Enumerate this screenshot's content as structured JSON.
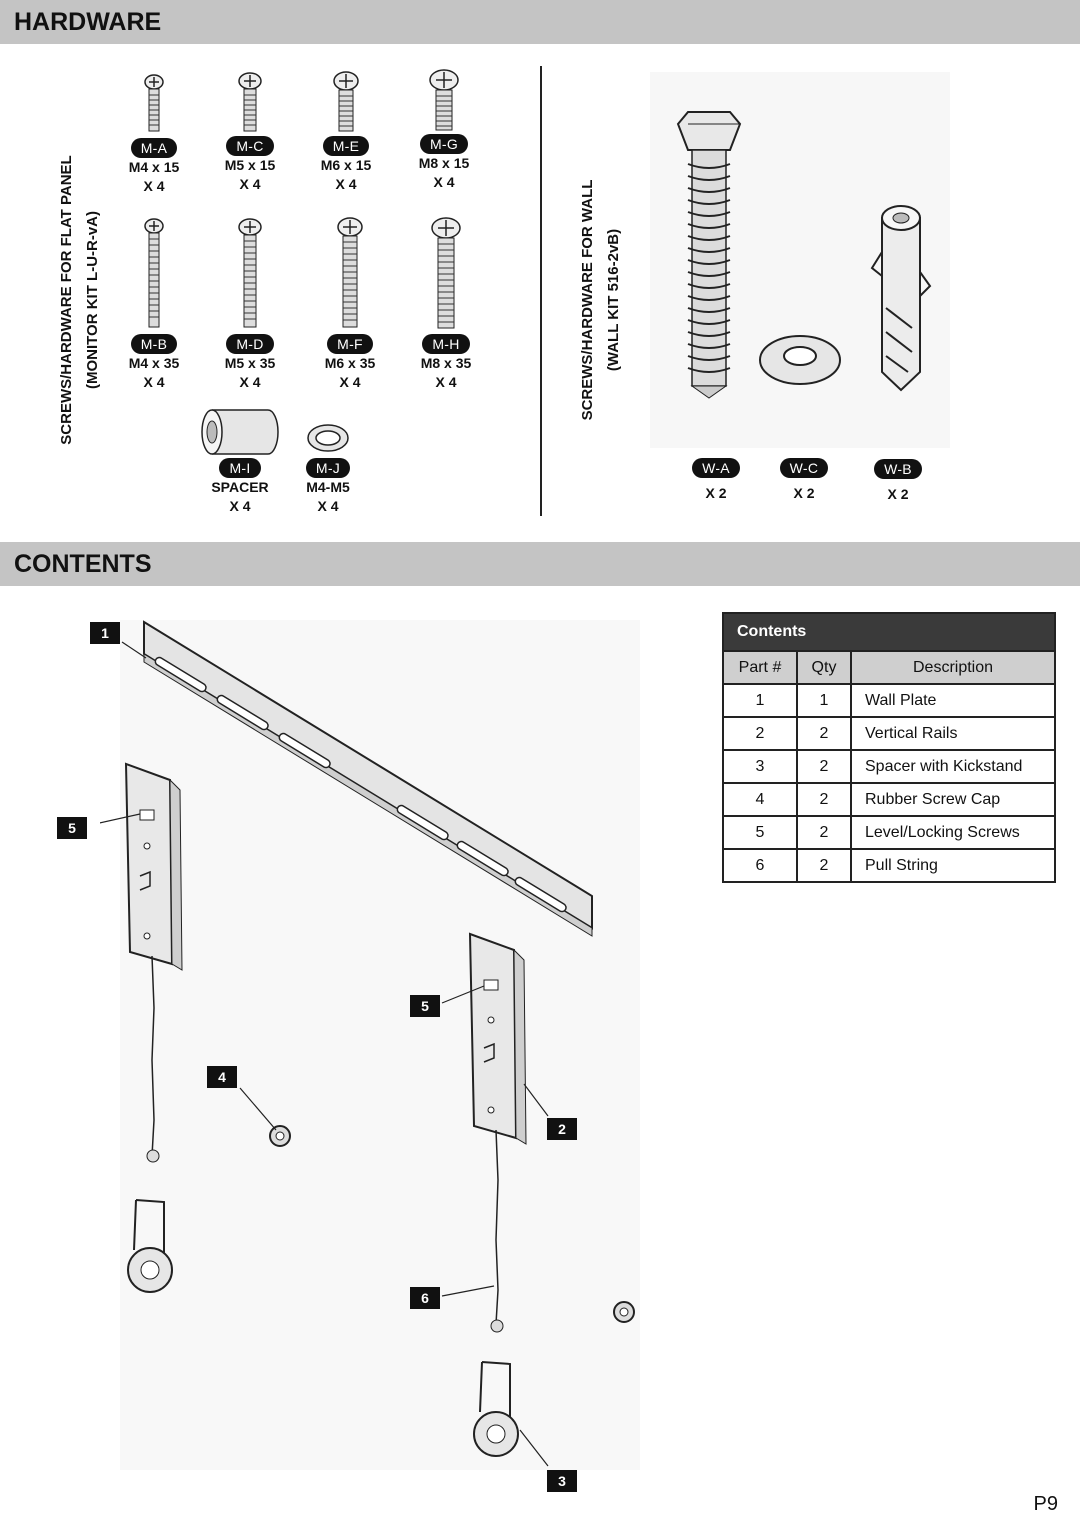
{
  "hardware": {
    "title": "HARDWARE",
    "monitor_label_line1": "SCREWS/HARDWARE FOR FLAT PANEL",
    "monitor_label_line2": "(MONITOR KIT L-U-R-vA)",
    "wall_label_line1": "SCREWS/HARDWARE FOR WALL",
    "wall_label_line2": "(WALL KIT 516-2vB)",
    "monitor_items": [
      {
        "id": "M-A",
        "spec": "M4 x 15",
        "qty": "X 4",
        "icon": "short-screw-icon"
      },
      {
        "id": "M-C",
        "spec": "M5 x 15",
        "qty": "X 4",
        "icon": "short-screw-icon"
      },
      {
        "id": "M-E",
        "spec": "M6 x 15",
        "qty": "X 4",
        "icon": "short-screw-icon"
      },
      {
        "id": "M-G",
        "spec": "M8 x 15",
        "qty": "X 4",
        "icon": "short-screw-icon"
      },
      {
        "id": "M-B",
        "spec": "M4 x 35",
        "qty": "X 4",
        "icon": "long-screw-icon"
      },
      {
        "id": "M-D",
        "spec": "M5 x 35",
        "qty": "X 4",
        "icon": "long-screw-icon"
      },
      {
        "id": "M-F",
        "spec": "M6 x 35",
        "qty": "X 4",
        "icon": "long-screw-icon"
      },
      {
        "id": "M-H",
        "spec": "M8 x 35",
        "qty": "X 4",
        "icon": "long-screw-icon"
      },
      {
        "id": "M-I",
        "spec": "SPACER",
        "qty": "X 4",
        "icon": "spacer-icon"
      },
      {
        "id": "M-J",
        "spec": "M4-M5",
        "qty": "X 4",
        "icon": "washer-icon"
      }
    ],
    "wall_items": [
      {
        "id": "W-A",
        "qty": "X 2",
        "icon": "lag-bolt-icon"
      },
      {
        "id": "W-C",
        "qty": "X 2",
        "icon": "washer-icon"
      },
      {
        "id": "W-B",
        "qty": "X 2",
        "icon": "wall-anchor-icon"
      }
    ]
  },
  "contents": {
    "title": "CONTENTS",
    "callouts": [
      "1",
      "5",
      "5",
      "4",
      "2",
      "6",
      "3"
    ],
    "table": {
      "title": "Contents",
      "headers": [
        "Part #",
        "Qty",
        "Description"
      ],
      "rows": [
        [
          "1",
          "1",
          "Wall Plate"
        ],
        [
          "2",
          "2",
          "Vertical Rails"
        ],
        [
          "3",
          "2",
          "Spacer with Kickstand"
        ],
        [
          "4",
          "2",
          "Rubber Screw Cap"
        ],
        [
          "5",
          "2",
          "Level/Locking Screws"
        ],
        [
          "6",
          "2",
          "Pull String"
        ]
      ]
    }
  },
  "page_number": "P9"
}
